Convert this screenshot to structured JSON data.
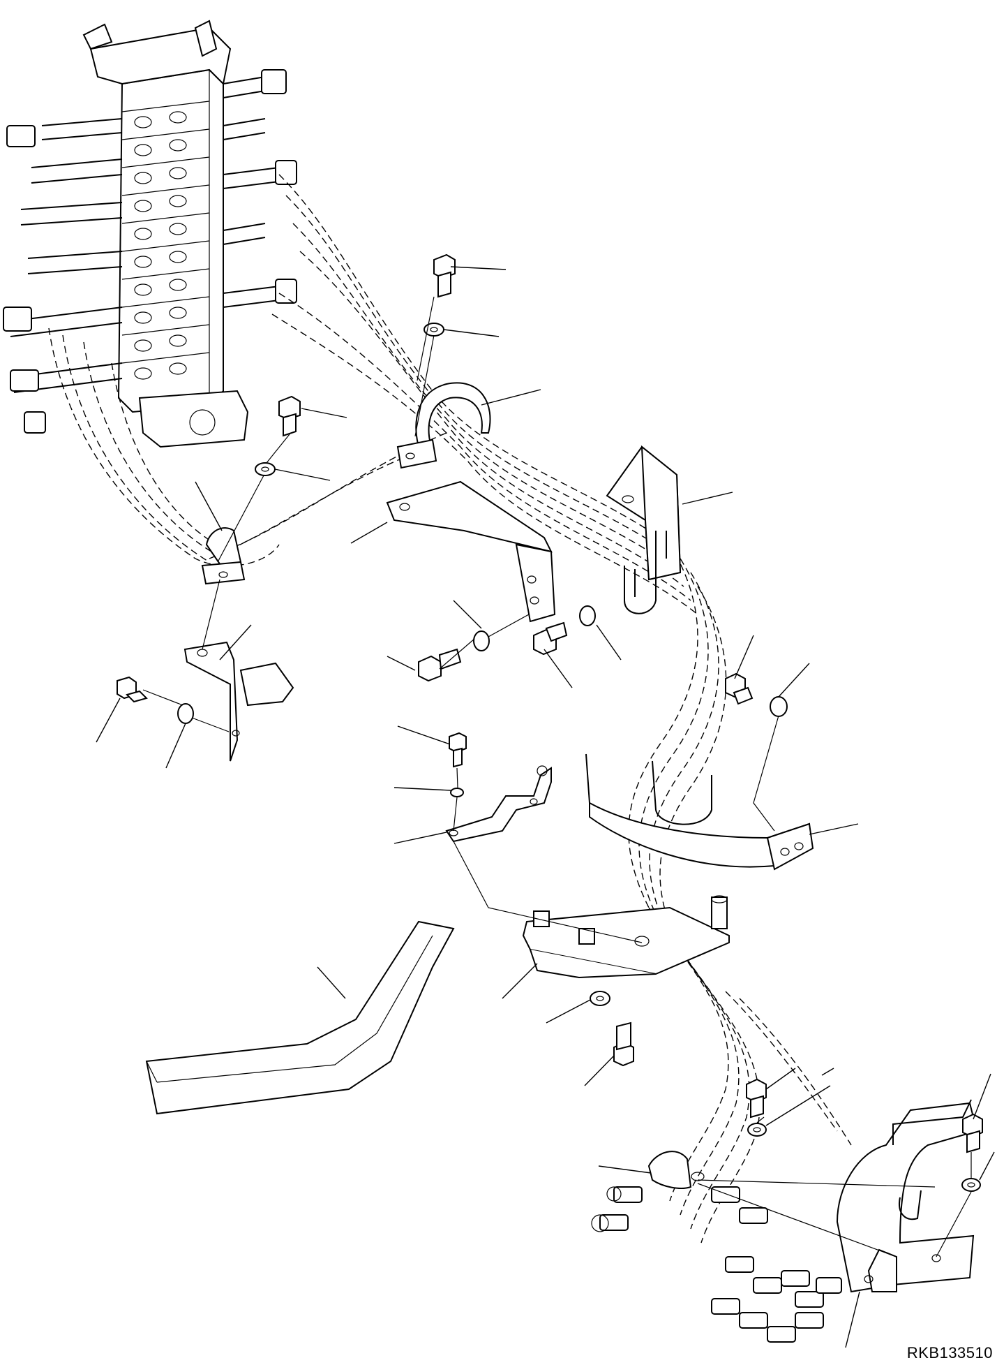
{
  "drawing": {
    "code": "RKB133510"
  },
  "components": [
    "control-valve",
    "hydraulic-hoses",
    "hose-clamp",
    "bracket",
    "bolt",
    "washer",
    "hose-guard"
  ]
}
